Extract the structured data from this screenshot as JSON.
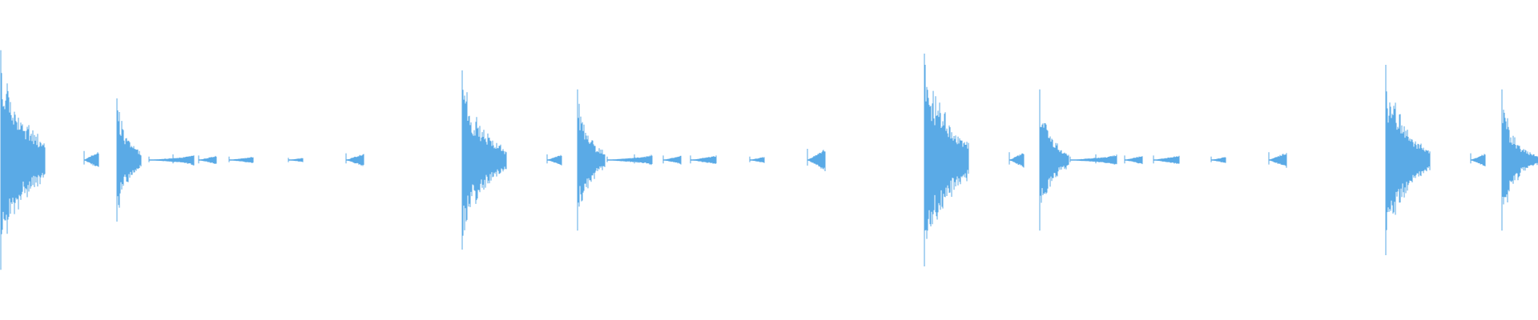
{
  "waveform": {
    "color": "#5aaae6",
    "background": "#ffffff",
    "amplitude_range": [
      -1,
      1
    ],
    "duration_units": 1920,
    "hits": [
      {
        "t": 1,
        "peak": 0.98,
        "low": 0.98,
        "decay": 0.025,
        "spread": 1.0,
        "ring": 55
      },
      {
        "t": 105,
        "peak": 0.08,
        "low": 0.04,
        "decay": 0.9,
        "spread": 0.2,
        "ring": 18
      },
      {
        "t": 146,
        "peak": 0.55,
        "low": 0.55,
        "decay": 0.06,
        "spread": 0.5,
        "ring": 30
      },
      {
        "t": 186,
        "peak": 0.03,
        "low": 0.02,
        "decay": 0.9,
        "spread": 0.1,
        "ring": 50
      },
      {
        "t": 216,
        "peak": 0.05,
        "low": 0.03,
        "decay": 0.9,
        "spread": 0.1,
        "ring": 26
      },
      {
        "t": 248,
        "peak": 0.04,
        "low": 0.03,
        "decay": 0.9,
        "spread": 0.1,
        "ring": 22
      },
      {
        "t": 286,
        "peak": 0.03,
        "low": 0.02,
        "decay": 0.9,
        "spread": 0.1,
        "ring": 30
      },
      {
        "t": 360,
        "peak": 0.02,
        "low": 0.02,
        "decay": 0.9,
        "spread": 0.1,
        "ring": 18
      },
      {
        "t": 432,
        "peak": 0.06,
        "low": 0.03,
        "decay": 0.9,
        "spread": 0.1,
        "ring": 22
      },
      {
        "t": 577,
        "peak": 0.8,
        "low": 0.8,
        "decay": 0.03,
        "spread": 0.8,
        "ring": 55
      },
      {
        "t": 683,
        "peak": 0.05,
        "low": 0.03,
        "decay": 0.9,
        "spread": 0.1,
        "ring": 18
      },
      {
        "t": 721,
        "peak": 0.63,
        "low": 0.63,
        "decay": 0.06,
        "spread": 0.5,
        "ring": 34
      },
      {
        "t": 758,
        "peak": 0.03,
        "low": 0.02,
        "decay": 0.9,
        "spread": 0.1,
        "ring": 46
      },
      {
        "t": 792,
        "peak": 0.05,
        "low": 0.03,
        "decay": 0.9,
        "spread": 0.1,
        "ring": 22
      },
      {
        "t": 828,
        "peak": 0.04,
        "low": 0.03,
        "decay": 0.9,
        "spread": 0.1,
        "ring": 22
      },
      {
        "t": 862,
        "peak": 0.04,
        "low": 0.03,
        "decay": 0.9,
        "spread": 0.1,
        "ring": 32
      },
      {
        "t": 936,
        "peak": 0.03,
        "low": 0.02,
        "decay": 0.9,
        "spread": 0.1,
        "ring": 18
      },
      {
        "t": 1008,
        "peak": 0.1,
        "low": 0.05,
        "decay": 0.9,
        "spread": 0.1,
        "ring": 22
      },
      {
        "t": 1154,
        "peak": 0.95,
        "low": 0.95,
        "decay": 0.025,
        "spread": 0.9,
        "ring": 55
      },
      {
        "t": 1260,
        "peak": 0.07,
        "low": 0.04,
        "decay": 0.9,
        "spread": 0.1,
        "ring": 18
      },
      {
        "t": 1298,
        "peak": 0.63,
        "low": 0.63,
        "decay": 0.06,
        "spread": 0.5,
        "ring": 36
      },
      {
        "t": 1336,
        "peak": 0.03,
        "low": 0.02,
        "decay": 0.9,
        "spread": 0.1,
        "ring": 48
      },
      {
        "t": 1368,
        "peak": 0.05,
        "low": 0.03,
        "decay": 0.9,
        "spread": 0.1,
        "ring": 26
      },
      {
        "t": 1404,
        "peak": 0.04,
        "low": 0.03,
        "decay": 0.9,
        "spread": 0.1,
        "ring": 22
      },
      {
        "t": 1440,
        "peak": 0.04,
        "low": 0.03,
        "decay": 0.9,
        "spread": 0.1,
        "ring": 32
      },
      {
        "t": 1512,
        "peak": 0.03,
        "low": 0.02,
        "decay": 0.9,
        "spread": 0.1,
        "ring": 18
      },
      {
        "t": 1584,
        "peak": 0.07,
        "low": 0.04,
        "decay": 0.9,
        "spread": 0.1,
        "ring": 22
      },
      {
        "t": 1730,
        "peak": 0.85,
        "low": 0.85,
        "decay": 0.03,
        "spread": 0.8,
        "ring": 55
      },
      {
        "t": 1836,
        "peak": 0.06,
        "low": 0.03,
        "decay": 0.9,
        "spread": 0.1,
        "ring": 18
      },
      {
        "t": 1875,
        "peak": 0.63,
        "low": 0.63,
        "decay": 0.06,
        "spread": 0.5,
        "ring": 45
      }
    ]
  }
}
